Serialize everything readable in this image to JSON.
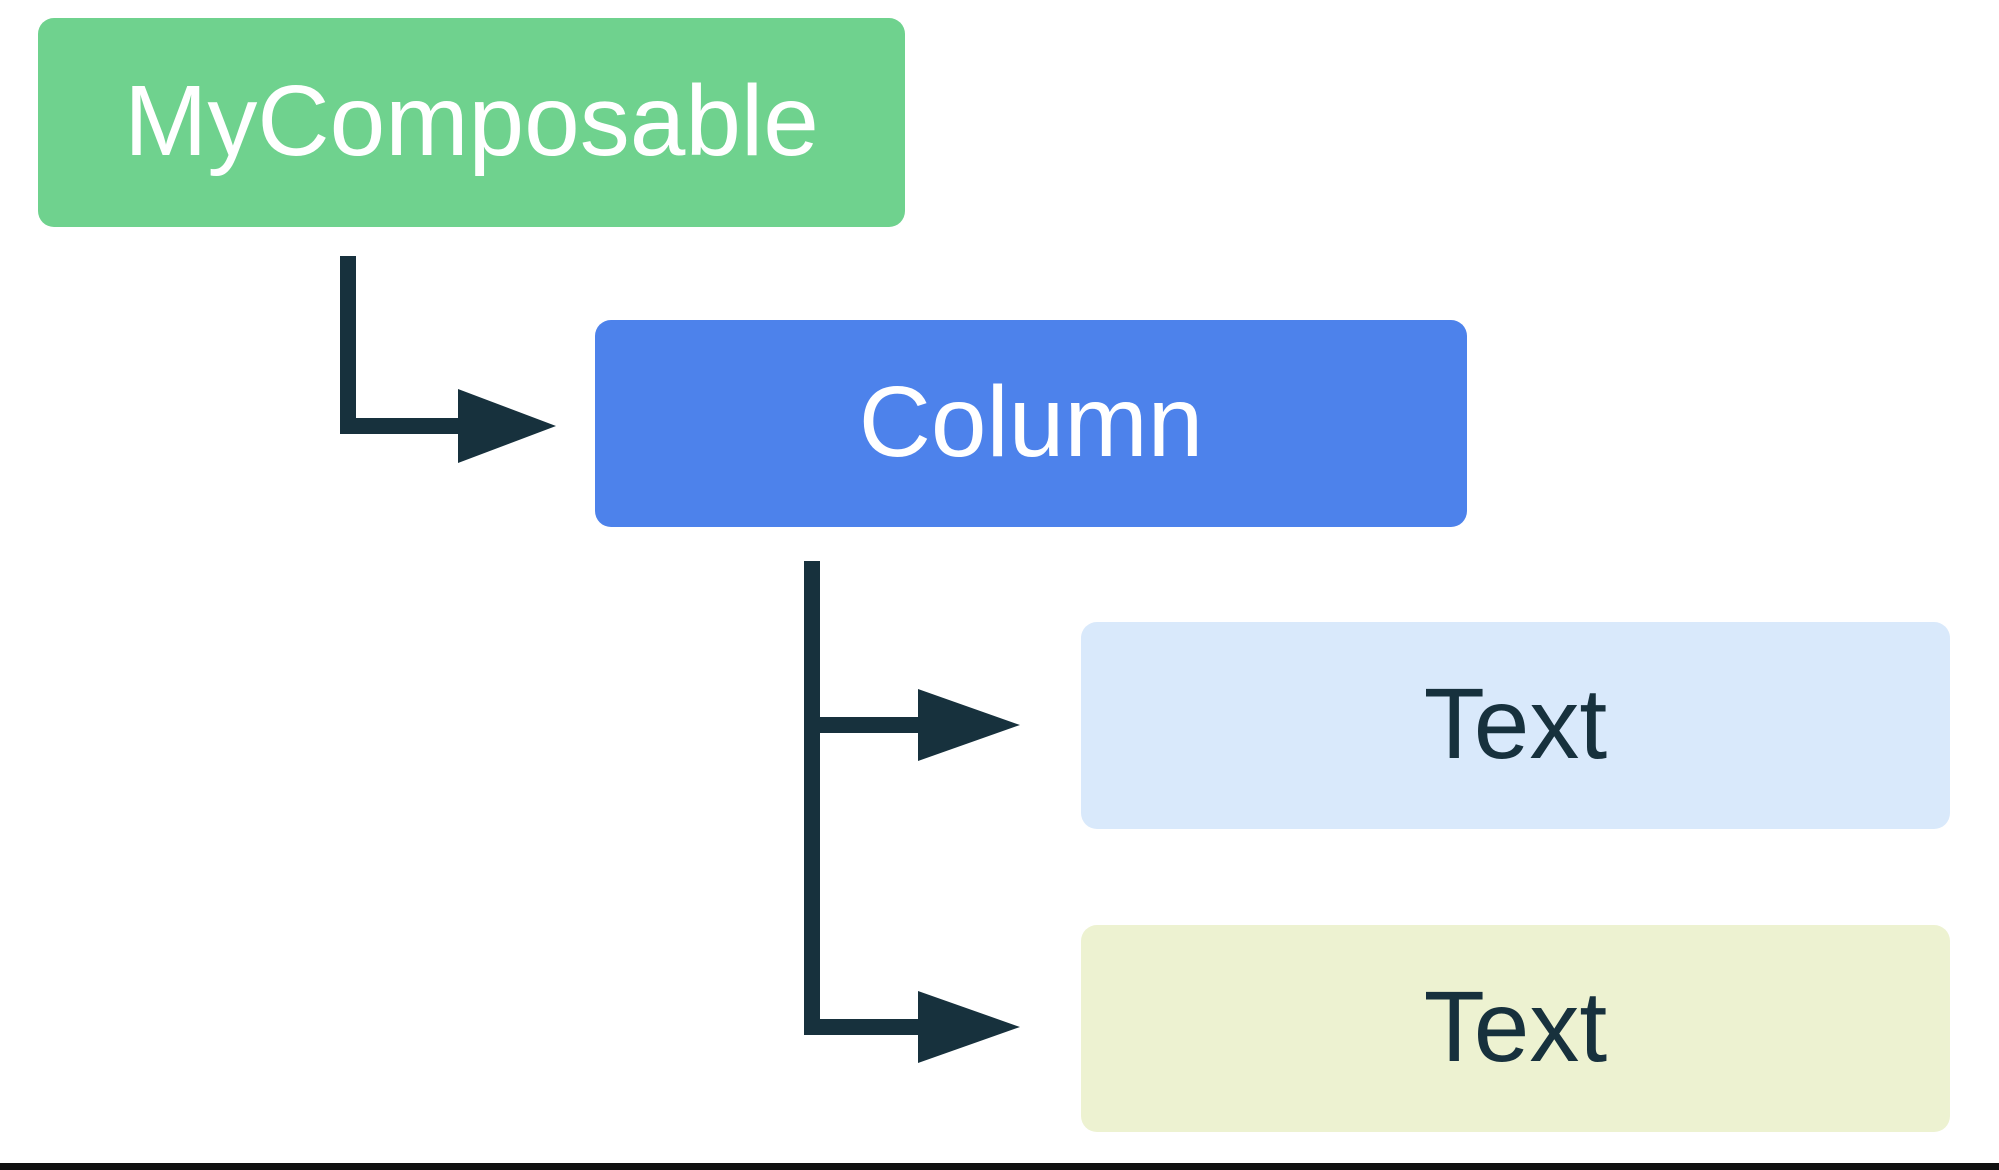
{
  "diagram": {
    "background": "#ffffff",
    "connector_color": "#17313d",
    "bottom_border_color": "#101010",
    "nodes": [
      {
        "id": "mycomposable",
        "label": "MyComposable",
        "bg": "#6fd28e",
        "fg": "#ffffff"
      },
      {
        "id": "column",
        "label": "Column",
        "bg": "#4d82eb",
        "fg": "#ffffff"
      },
      {
        "id": "text-1",
        "label": "Text",
        "bg": "#d9e9fb",
        "fg": "#17313d"
      },
      {
        "id": "text-2",
        "label": "Text",
        "bg": "#edf2d1",
        "fg": "#17313d"
      }
    ],
    "edges": [
      {
        "from": "mycomposable",
        "to": "column"
      },
      {
        "from": "column",
        "to": "text-1"
      },
      {
        "from": "column",
        "to": "text-2"
      }
    ]
  }
}
